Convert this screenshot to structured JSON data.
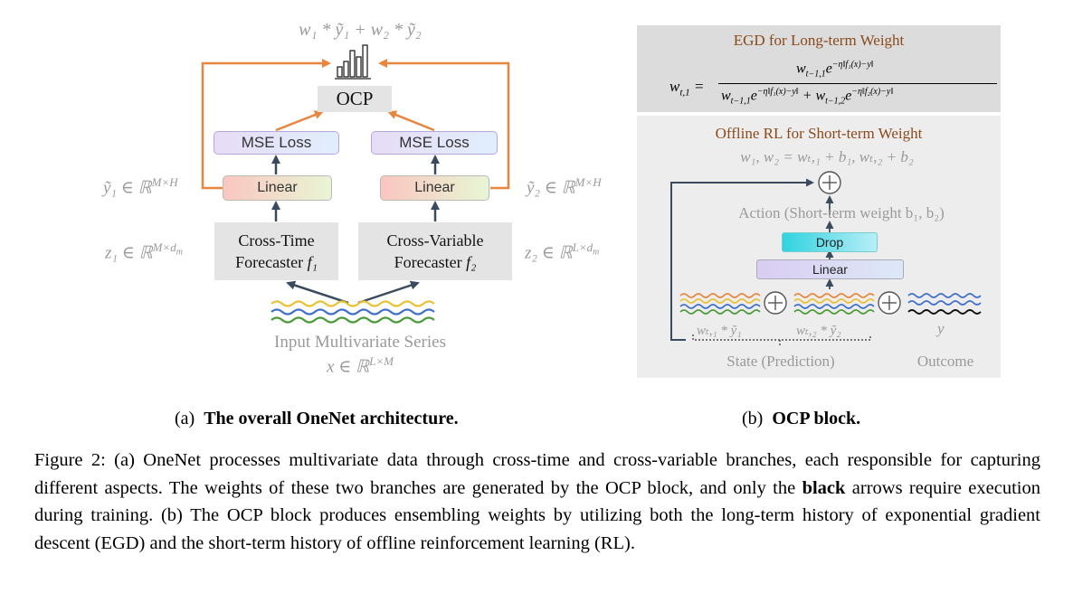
{
  "panel_a": {
    "top_formula": "w₁ * ỹ₁ + w₂ * ỹ₂",
    "ocp_label": "OCP",
    "mse_left": "MSE Loss",
    "mse_right": "MSE Loss",
    "linear_left": "Linear",
    "linear_right": "Linear",
    "y1_label": "ỹ₁ ∈ ℝ",
    "y1_sup": "M×H",
    "y2_label": "ỹ₂ ∈ ℝ",
    "y2_sup": "M×H",
    "z1_label": "z₁ ∈ ℝ",
    "z1_sup": "M×d",
    "z1_sub": "m",
    "z2_label": "z₂ ∈ ℝ",
    "z2_sup": "L×d",
    "z2_sub": "m",
    "forecaster1_line1": "Cross-Time",
    "forecaster1_line2": "Forecaster ",
    "forecaster1_f": "f₁",
    "forecaster2_line1": "Cross-Variable",
    "forecaster2_line2": "Forecaster ",
    "forecaster2_f": "f₂",
    "input_label": "Input Multivariate Series",
    "input_math": "x ∈ ℝ",
    "input_sup": "L×M",
    "caption_prefix": "(a)",
    "caption_bold": "The overall OneNet architecture."
  },
  "panel_b": {
    "egd_title": "EGD for Long-term Weight",
    "egd_lhs": "w",
    "egd_lhs_sub": "t,1",
    "egd_num": "w",
    "egd_num_sub": "t−1,1",
    "egd_num_exp": "−η‖f₁(x)−y‖",
    "egd_den1": "w",
    "egd_den1_sub": "t−1,1",
    "egd_den1_exp": "−η‖f₁(x)−y‖",
    "egd_den2": "w",
    "egd_den2_sub": "t−1,2",
    "egd_den2_exp": "−η‖f₂(x)−y‖",
    "rl_title": "Offline RL for Short-term Weight",
    "rl_formula": "w₁, w₂ = wₜ,₁ + b₁, wₜ,₂ + b₂",
    "action_label": "Action (Short-term weight b₁, b₂)",
    "drop_label": "Drop",
    "linear_label": "Linear",
    "state_term1": "wₜ,₁ * ỹ₁",
    "state_term2": "wₜ,₂ * ỹ₂",
    "y_label": "y",
    "state_label": "State (Prediction)",
    "outcome_label": "Outcome",
    "caption_prefix": "(b)",
    "caption_bold": "OCP block."
  },
  "caption": {
    "part1": "Figure 2: (a) OneNet processes multivariate data through cross-time and cross-variable branches, each responsible for capturing different aspects. The weights of these two branches are generated by the OCP block, and only the ",
    "bold": "black",
    "part2": " arrows require execution during training. (b) The OCP block produces ensembling weights by utilizing both the long-term history of exponential gradient descent (EGD) and the short-term history of offline reinforcement learning (RL)."
  },
  "colors": {
    "orange_arrow": "#e8863f",
    "dark_arrow": "#3b4b5e",
    "wave_yellow": "#e8c233",
    "wave_blue": "#3f6fc9",
    "wave_green": "#4b9a3a",
    "title_brown": "#8b4a1c"
  }
}
